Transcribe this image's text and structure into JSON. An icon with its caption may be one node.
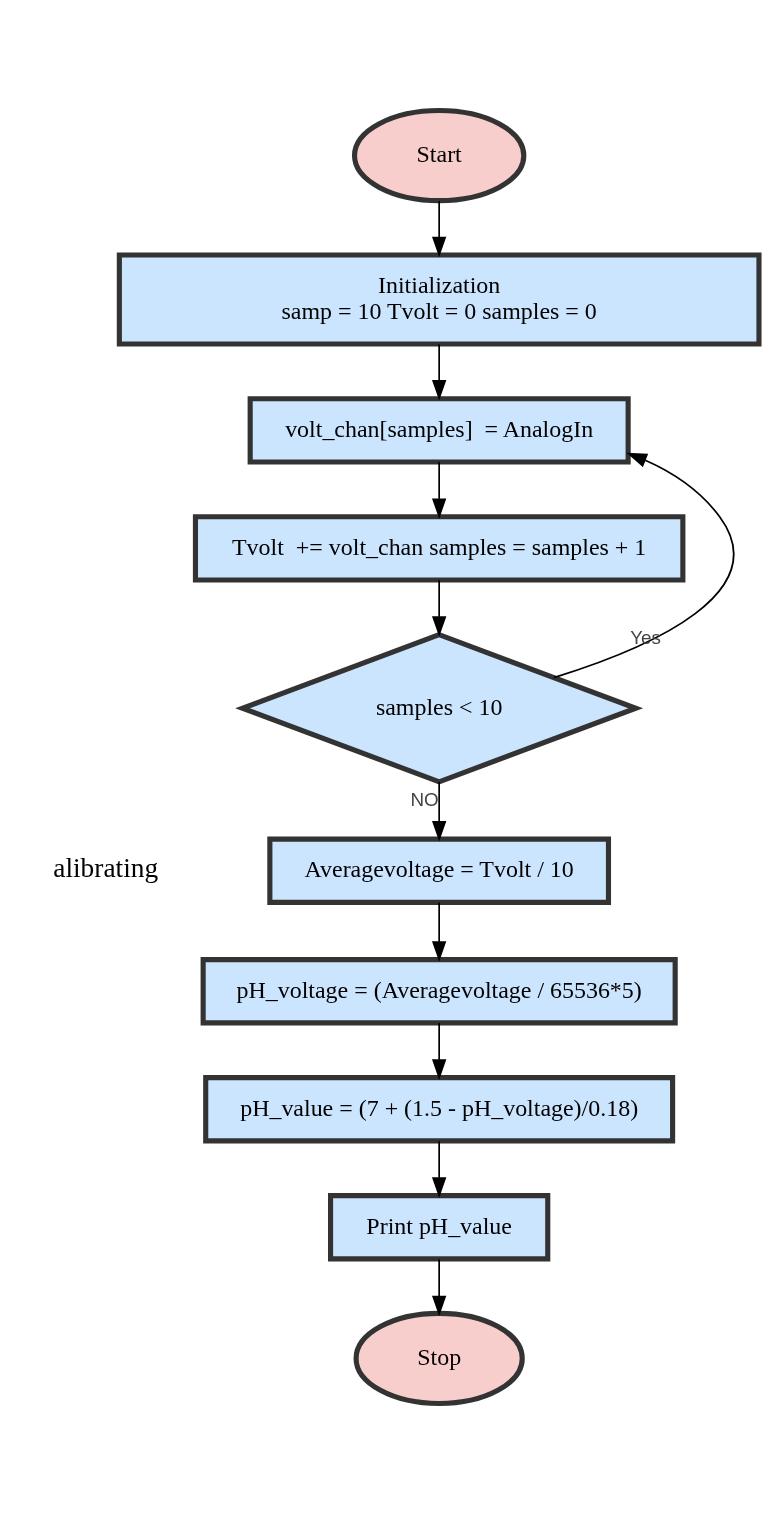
{
  "diagram": {
    "nodes": [
      {
        "text": [
          "Start"
        ]
      },
      {
        "text": [
          "Initialization",
          "samp = 10 Tvolt = 0 samples = 0"
        ]
      },
      {
        "text": [
          "volt_chan[samples]  = AnalogIn"
        ]
      },
      {
        "text": [
          "Tvolt  += volt_chan samples = samples + 1"
        ]
      },
      {
        "text": [
          "samples < 10"
        ]
      },
      {
        "text": [
          "Averagevoltage = Tvolt / 10"
        ]
      },
      {
        "text": [
          "pH_voltage = (Averagevoltage / 65536*5)"
        ]
      },
      {
        "text": [
          "pH_value = (7 + (1.5 - pH_voltage)/0.18)"
        ]
      },
      {
        "text": [
          "Print pH_value"
        ]
      },
      {
        "text": [
          "Stop"
        ]
      }
    ],
    "edges": [
      {
        "from": 0,
        "to": 1,
        "arrow": "to"
      },
      {
        "from": 1,
        "to": 2,
        "arrow": "to"
      },
      {
        "from": 2,
        "to": 3,
        "arrow": "to"
      },
      {
        "from": 3,
        "to": 4,
        "arrow": "to"
      },
      {
        "from": 4,
        "to": 2,
        "arrow": "to",
        "label": "Yes"
      },
      {
        "from": 4,
        "to": 5,
        "arrow": "to",
        "label": "NO"
      },
      {
        "from": 5,
        "to": 6,
        "arrow": "to"
      },
      {
        "from": 6,
        "to": 7,
        "arrow": "to"
      },
      {
        "from": 7,
        "to": 8,
        "arrow": "to"
      },
      {
        "from": 8,
        "to": 9,
        "arrow": "to"
      }
    ],
    "labels": [
      "alibrating"
    ]
  }
}
